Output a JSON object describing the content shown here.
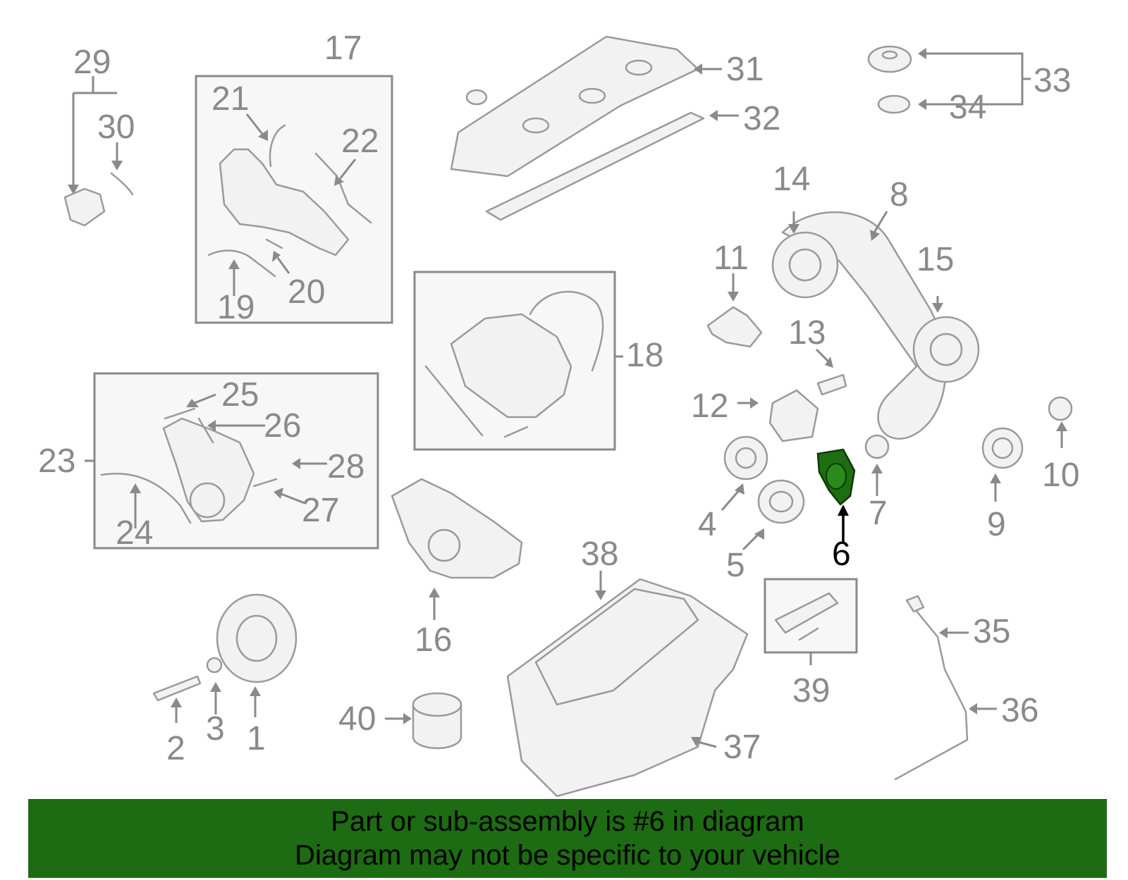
{
  "diagram": {
    "callouts": [
      "1",
      "2",
      "3",
      "4",
      "5",
      "6",
      "7",
      "8",
      "9",
      "10",
      "11",
      "12",
      "13",
      "14",
      "15",
      "16",
      "17",
      "18",
      "19",
      "20",
      "21",
      "22",
      "23",
      "24",
      "25",
      "26",
      "27",
      "28",
      "29",
      "30",
      "31",
      "32",
      "33",
      "34",
      "35",
      "36",
      "37",
      "38",
      "39",
      "40"
    ],
    "highlighted_part": "6",
    "highlight_color": "#1d6b12"
  },
  "banner": {
    "line1": "Part or sub-assembly is #6 in diagram",
    "line2": "Diagram may not be specific to your vehicle",
    "background": "#1d6b12"
  }
}
